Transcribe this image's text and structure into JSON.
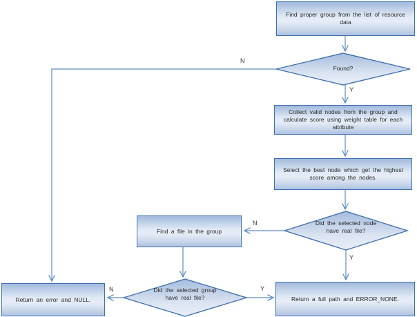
{
  "colors": {
    "shape_border": "#4070ad",
    "connector": "#5d8bc3",
    "shape_fill_dark": "#a2badc",
    "shape_fill_light": "#e7edf7",
    "text": "#2b2b2b"
  },
  "nodes": {
    "find_group": {
      "type": "process",
      "label": "Find proper group from the list of resource data"
    },
    "found": {
      "type": "decision",
      "label": "Found?"
    },
    "collect": {
      "type": "process",
      "label": "Collect valid nodes from the group and calculate score using weight table for each attribute"
    },
    "select_best": {
      "type": "process",
      "label": "Select the best node which get the highest score among the nodes."
    },
    "node_has_file": {
      "type": "decision",
      "label": "Did the selected node have real file?"
    },
    "find_file": {
      "type": "process",
      "label": "Find a file in the group"
    },
    "group_has_file": {
      "type": "decision",
      "label": "Did the selected group have real file?"
    },
    "return_error": {
      "type": "process",
      "label": "Return an error and NULL."
    },
    "return_path": {
      "type": "process",
      "label": "Return a full path and ERROR_NONE."
    }
  },
  "edge_labels": {
    "found_no": "N",
    "found_yes": "Y",
    "node_no": "N",
    "node_yes": "Y",
    "group_no": "N",
    "group_yes": "Y"
  }
}
